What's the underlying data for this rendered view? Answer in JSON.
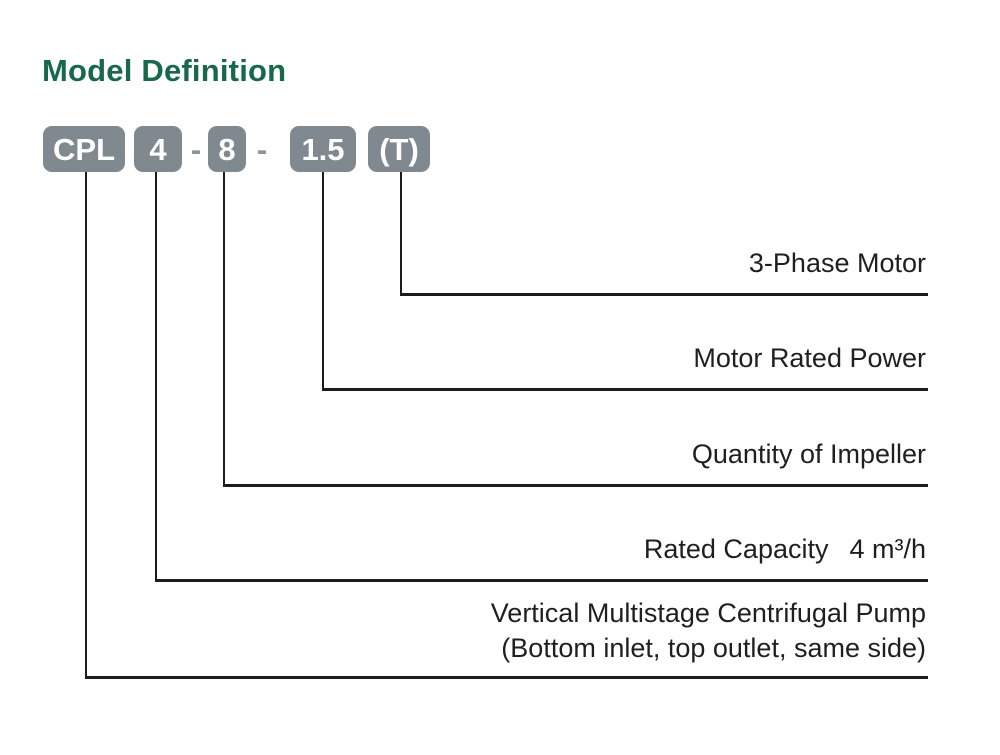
{
  "title": "Model Definition",
  "colors": {
    "background": "#ffffff",
    "title_green": "#17694a",
    "box_gray": "#7f898f",
    "dash_gray": "#8b9499",
    "line_black": "#1c1c1c",
    "label_text": "#1f1f1f",
    "box_text": "#ffffff"
  },
  "model_code": {
    "full_code": "CPL 4 - 8 - 1.5 (T)",
    "segments": [
      {
        "text": "CPL"
      },
      {
        "text": "4"
      },
      {
        "text": "-"
      },
      {
        "text": "8"
      },
      {
        "text": "-"
      },
      {
        "text": "1.5"
      },
      {
        "text": "(T)"
      }
    ]
  },
  "callouts": [
    {
      "code": "(T)",
      "label": "3-Phase Motor"
    },
    {
      "code": "1.5",
      "label": "Motor Rated Power"
    },
    {
      "code": "8",
      "label": "Quantity of Impeller"
    },
    {
      "code": "4",
      "label": "Rated Capacity  4 m³/h"
    },
    {
      "code": "CPL",
      "label": "Vertical Multistage Centrifugal Pump\n(Bottom inlet, top outlet, same side)"
    }
  ]
}
